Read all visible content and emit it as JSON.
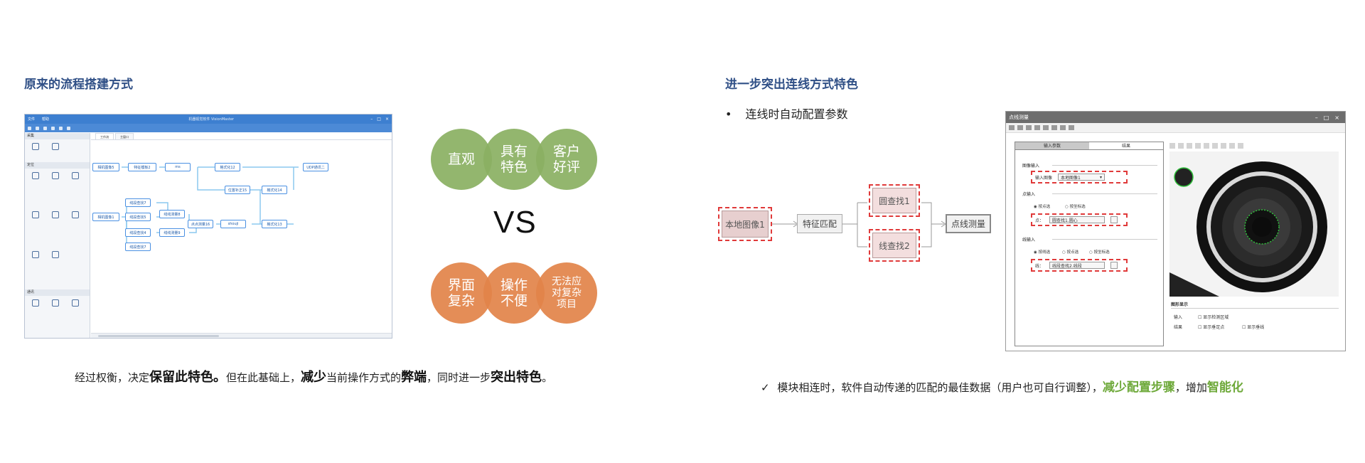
{
  "left": {
    "title": "原来的流程搭建方式",
    "caption": {
      "p1": "经过权衡，决定",
      "b1": "保留此特色。",
      "p2": "但在此基础上，",
      "b2": "减少",
      "p3": "当前操作方式的",
      "b3": "弊端",
      "p4": "，同时进一步",
      "b4": "突出特色",
      "p5": "。"
    }
  },
  "app": {
    "menu": [
      "文件",
      "帮助"
    ],
    "window_title": "机器视觉软件 VisionMaster",
    "sidebar_sections": [
      "采集",
      "定位",
      "通讯"
    ],
    "tabs": [
      "工作流",
      "主窗口"
    ],
    "nodes": [
      "相机图像5",
      "特征模板2",
      "ms",
      "格式化12",
      "UDP通讯二",
      "位置补正15",
      "格式化14",
      "相机图像1",
      "线段查找7",
      "线段查找5",
      "线线测量8",
      "线段查找4",
      "线线测量9",
      "点点测量16",
      "shouji",
      "格式化13",
      "线段查找7"
    ]
  },
  "venn": {
    "top": [
      "直观",
      "具有\n特色",
      "客户\n好评"
    ],
    "bottom": [
      "界面\n复杂",
      "操作\n不便",
      "无法应\n对复杂\n项目"
    ],
    "vs": "VS"
  },
  "right": {
    "title": "进一步突出连线方式特色",
    "bullet": "连线时自动配置参数",
    "check_caption": {
      "p1": "模块相连时，软件自动传递的匹配的最佳数据（用户也可自行调整），",
      "g1": "减少配置步骤",
      "p2": "，增加",
      "g2": "智能化"
    },
    "check_mark": "✓",
    "bullet_mark": "•"
  },
  "mflow": {
    "local_image": "本地图像1",
    "feature_match": "特征匹配",
    "circle_find": "圆查找1",
    "line_find": "线查找2",
    "point_line": "点线测量"
  },
  "dialog": {
    "title": "点线测量",
    "tabs": [
      "输入参数",
      "结果"
    ],
    "image_input": "图像输入",
    "input_image_label": "输入图像",
    "input_image_value": "本地图像1",
    "point_input": "点输入",
    "radio_point_1": "按点选",
    "radio_point_2": "按坐标选",
    "point_label": "点：",
    "point_value": "圆查找1.圆心",
    "line_input": "线输入",
    "radio_line_1": "按线选",
    "radio_line_2": "按点选",
    "radio_line_3": "按坐标选",
    "line_label": "线：",
    "line_value": "线段查找2.线段",
    "graphic_display": "图形显示",
    "input_label": "输入",
    "show_roi": "显示检测区域",
    "result_label": "结果",
    "show_foot": "显示垂足点",
    "show_perp": "显示垂线"
  },
  "colors": {
    "title_blue": "#2f4f86",
    "green": "#8ab062",
    "orange": "#e28349",
    "accent_green": "#6ea93a",
    "dash_red": "#e03a3a"
  }
}
